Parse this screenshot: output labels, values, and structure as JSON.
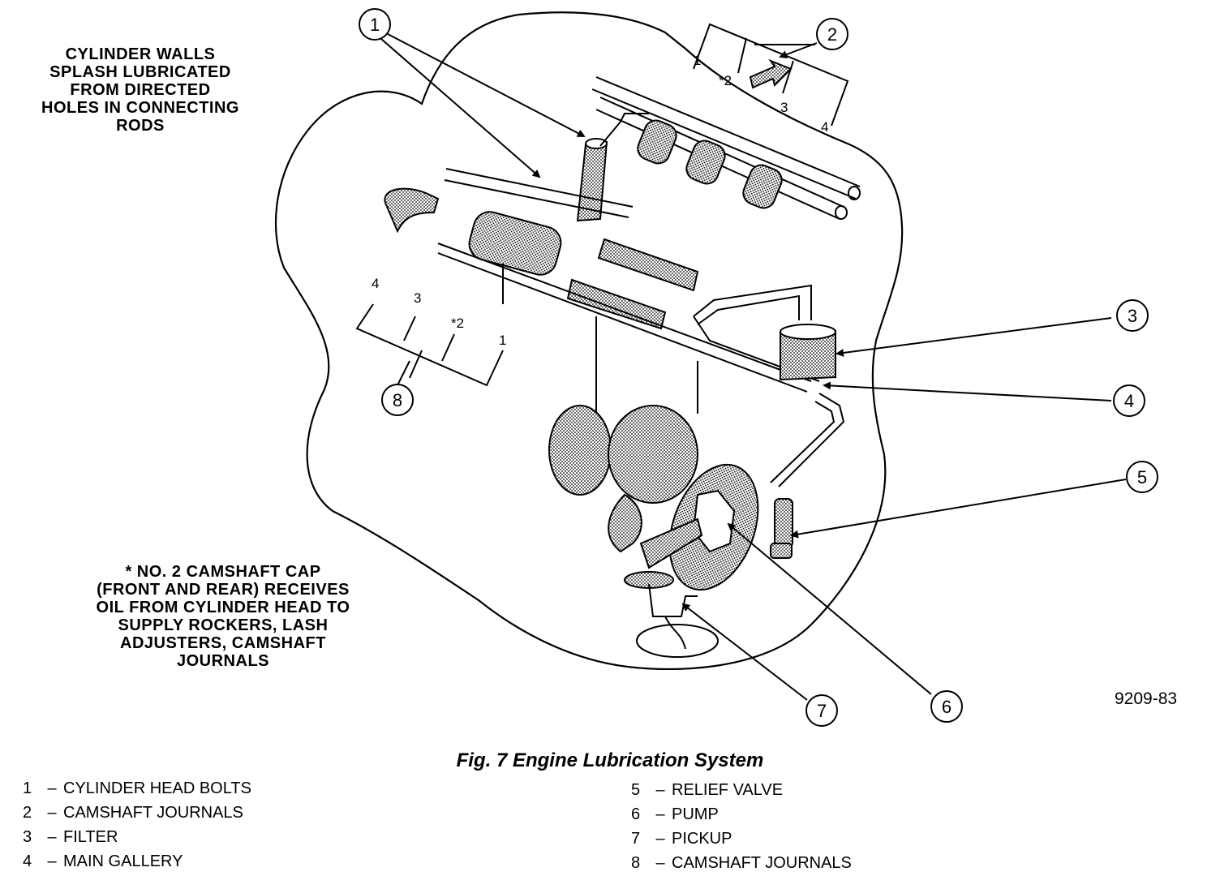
{
  "top_note": [
    "CYLINDER WALLS",
    "SPLASH LUBRICATED",
    "FROM DIRECTED",
    "HOLES IN CONNECTING",
    "RODS"
  ],
  "bottom_note": [
    "* NO. 2 CAMSHAFT CAP",
    "(FRONT AND REAR) RECEIVES",
    "OIL FROM CYLINDER HEAD TO",
    "SUPPLY ROCKERS, LASH",
    "ADJUSTERS, CAMSHAFT",
    "JOURNALS"
  ],
  "callouts": [
    "1",
    "2",
    "3",
    "4",
    "5",
    "6",
    "7",
    "8"
  ],
  "journal_labels_right": [
    "1",
    "*2",
    "3",
    "4"
  ],
  "journal_labels_left": [
    "4",
    "3",
    "*2",
    "1"
  ],
  "figure_code": "9209-83",
  "caption": "Fig. 7 Engine Lubrication System",
  "legend_left": [
    {
      "num": "1",
      "label": "CYLINDER HEAD BOLTS"
    },
    {
      "num": "2",
      "label": "CAMSHAFT JOURNALS"
    },
    {
      "num": "3",
      "label": "FILTER"
    },
    {
      "num": "4",
      "label": "MAIN GALLERY"
    }
  ],
  "legend_right": [
    {
      "num": "5",
      "label": "RELIEF VALVE"
    },
    {
      "num": "6",
      "label": "PUMP"
    },
    {
      "num": "7",
      "label": "PICKUP"
    },
    {
      "num": "8",
      "label": "CAMSHAFT JOURNALS"
    }
  ]
}
